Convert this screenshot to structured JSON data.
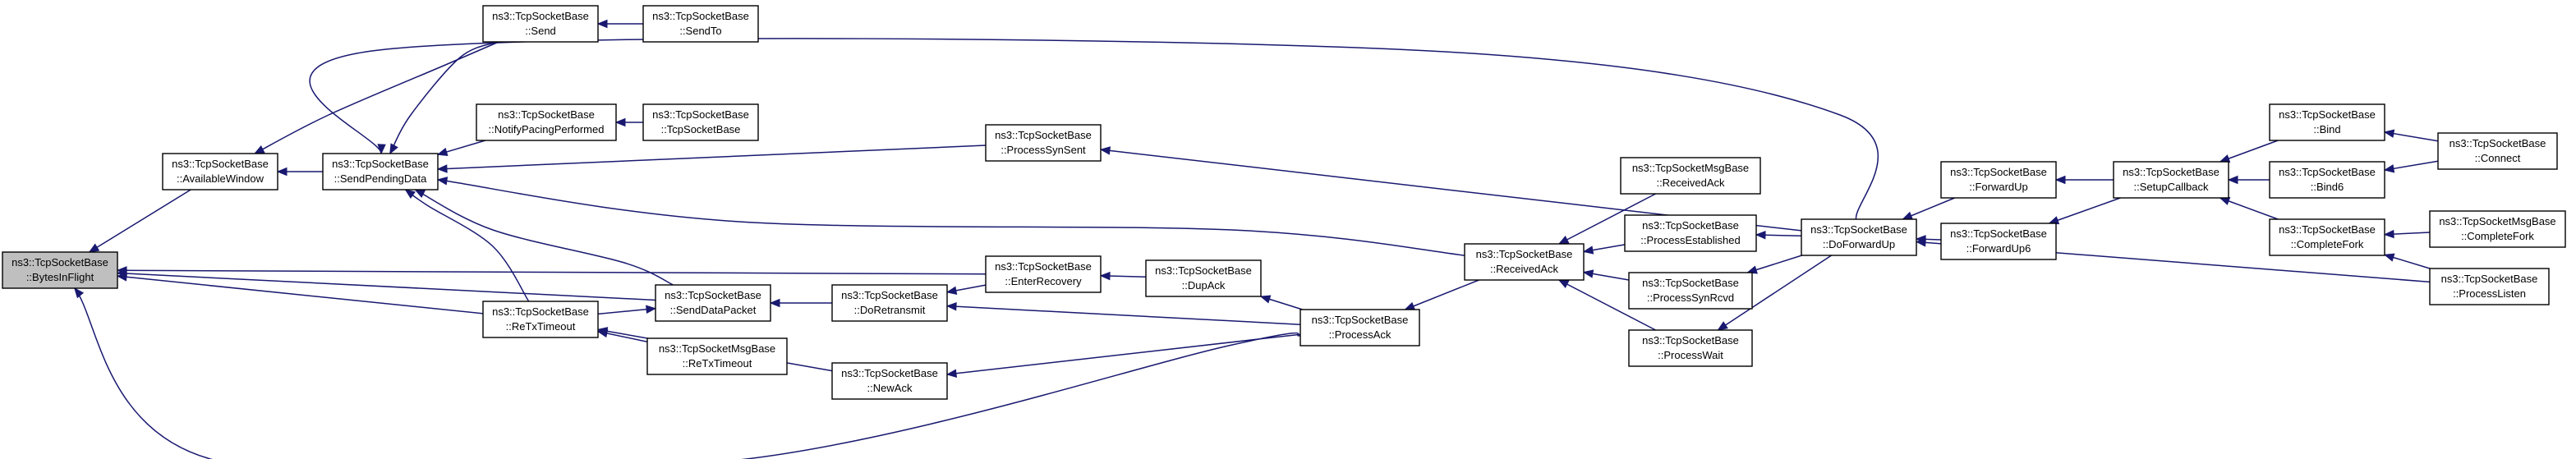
{
  "diagram": {
    "kind": "caller-graph",
    "colors": {
      "edge": "#191970",
      "root_fill": "#bfbfbf",
      "node_fill": "#ffffff",
      "node_border": "#000000"
    },
    "nodes": [
      {
        "id": "bytesinflight",
        "line1": "ns3::TcpSocketBase",
        "line2": "::BytesInFlight",
        "root": true
      },
      {
        "id": "availablewindow",
        "line1": "ns3::TcpSocketBase",
        "line2": "::AvailableWindow"
      },
      {
        "id": "sendpendingdata",
        "line1": "ns3::TcpSocketBase",
        "line2": "::SendPendingData"
      },
      {
        "id": "send",
        "line1": "ns3::TcpSocketBase",
        "line2": "::Send"
      },
      {
        "id": "sendto",
        "line1": "ns3::TcpSocketBase",
        "line2": "::SendTo"
      },
      {
        "id": "notifypacing",
        "line1": "ns3::TcpSocketBase",
        "line2": "::NotifyPacingPerformed"
      },
      {
        "id": "tcpsocketbase",
        "line1": "ns3::TcpSocketBase",
        "line2": "::TcpSocketBase"
      },
      {
        "id": "processsynsent",
        "line1": "ns3::TcpSocketBase",
        "line2": "::ProcessSynSent"
      },
      {
        "id": "senddatapacket",
        "line1": "ns3::TcpSocketBase",
        "line2": "::SendDataPacket"
      },
      {
        "id": "retxtimeout",
        "line1": "ns3::TcpSocketBase",
        "line2": "::ReTxTimeout"
      },
      {
        "id": "msgretxtimeout",
        "line1": "ns3::TcpSocketMsgBase",
        "line2": "::ReTxTimeout"
      },
      {
        "id": "doretransmit",
        "line1": "ns3::TcpSocketBase",
        "line2": "::DoRetransmit"
      },
      {
        "id": "newack",
        "line1": "ns3::TcpSocketBase",
        "line2": "::NewAck"
      },
      {
        "id": "enterrecovery",
        "line1": "ns3::TcpSocketBase",
        "line2": "::EnterRecovery"
      },
      {
        "id": "dupack",
        "line1": "ns3::TcpSocketBase",
        "line2": "::DupAck"
      },
      {
        "id": "processack",
        "line1": "ns3::TcpSocketBase",
        "line2": "::ProcessAck"
      },
      {
        "id": "receivedack",
        "line1": "ns3::TcpSocketBase",
        "line2": "::ReceivedAck"
      },
      {
        "id": "msgreceivedack",
        "line1": "ns3::TcpSocketMsgBase",
        "line2": "::ReceivedAck"
      },
      {
        "id": "processestablished",
        "line1": "ns3::TcpSocketBase",
        "line2": "::ProcessEstablished"
      },
      {
        "id": "processsynrcvd",
        "line1": "ns3::TcpSocketBase",
        "line2": "::ProcessSynRcvd"
      },
      {
        "id": "processwait",
        "line1": "ns3::TcpSocketBase",
        "line2": "::ProcessWait"
      },
      {
        "id": "doforwardup",
        "line1": "ns3::TcpSocketBase",
        "line2": "::DoForwardUp"
      },
      {
        "id": "forwardup",
        "line1": "ns3::TcpSocketBase",
        "line2": "::ForwardUp"
      },
      {
        "id": "forwardup6",
        "line1": "ns3::TcpSocketBase",
        "line2": "::ForwardUp6"
      },
      {
        "id": "setupcallback",
        "line1": "ns3::TcpSocketBase",
        "line2": "::SetupCallback"
      },
      {
        "id": "bind",
        "line1": "ns3::TcpSocketBase",
        "line2": "::Bind"
      },
      {
        "id": "bind6",
        "line1": "ns3::TcpSocketBase",
        "line2": "::Bind6"
      },
      {
        "id": "completefork",
        "line1": "ns3::TcpSocketBase",
        "line2": "::CompleteFork"
      },
      {
        "id": "connect",
        "line1": "ns3::TcpSocketBase",
        "line2": "::Connect"
      },
      {
        "id": "msgcompletefork",
        "line1": "ns3::TcpSocketMsgBase",
        "line2": "::CompleteFork"
      },
      {
        "id": "processlisten",
        "line1": "ns3::TcpSocketBase",
        "line2": "::ProcessListen"
      }
    ],
    "edges": [
      {
        "from": "availablewindow",
        "to": "bytesinflight"
      },
      {
        "from": "senddatapacket",
        "to": "bytesinflight"
      },
      {
        "from": "retxtimeout",
        "to": "bytesinflight"
      },
      {
        "from": "enterrecovery",
        "to": "bytesinflight"
      },
      {
        "from": "processack",
        "to": "bytesinflight"
      },
      {
        "from": "sendpendingdata",
        "to": "availablewindow"
      },
      {
        "from": "send",
        "to": "availablewindow"
      },
      {
        "from": "send",
        "to": "sendpendingdata"
      },
      {
        "from": "sendto",
        "to": "send"
      },
      {
        "from": "notifypacing",
        "to": "sendpendingdata"
      },
      {
        "from": "tcpsocketbase",
        "to": "notifypacing"
      },
      {
        "from": "processsynsent",
        "to": "sendpendingdata"
      },
      {
        "from": "doforwardup",
        "to": "sendpendingdata"
      },
      {
        "from": "receivedack",
        "to": "sendpendingdata"
      },
      {
        "from": "retxtimeout",
        "to": "sendpendingdata"
      },
      {
        "from": "senddatapacket",
        "to": "sendpendingdata"
      },
      {
        "from": "doforwardup",
        "to": "processsynsent"
      },
      {
        "from": "doretransmit",
        "to": "senddatapacket"
      },
      {
        "from": "retxtimeout",
        "to": "senddatapacket"
      },
      {
        "from": "msgretxtimeout",
        "to": "retxtimeout"
      },
      {
        "from": "newack",
        "to": "retxtimeout"
      },
      {
        "from": "enterrecovery",
        "to": "doretransmit"
      },
      {
        "from": "processack",
        "to": "doretransmit"
      },
      {
        "from": "processack",
        "to": "newack"
      },
      {
        "from": "dupack",
        "to": "enterrecovery"
      },
      {
        "from": "processack",
        "to": "dupack"
      },
      {
        "from": "receivedack",
        "to": "processack"
      },
      {
        "from": "msgreceivedack",
        "to": "receivedack"
      },
      {
        "from": "processestablished",
        "to": "receivedack"
      },
      {
        "from": "processsynrcvd",
        "to": "receivedack"
      },
      {
        "from": "processwait",
        "to": "receivedack"
      },
      {
        "from": "doforwardup",
        "to": "processestablished"
      },
      {
        "from": "doforwardup",
        "to": "processsynrcvd"
      },
      {
        "from": "doforwardup",
        "to": "processwait"
      },
      {
        "from": "forwardup",
        "to": "doforwardup"
      },
      {
        "from": "forwardup6",
        "to": "doforwardup"
      },
      {
        "from": "processlisten",
        "to": "doforwardup"
      },
      {
        "from": "setupcallback",
        "to": "forwardup"
      },
      {
        "from": "setupcallback",
        "to": "forwardup6"
      },
      {
        "from": "bind",
        "to": "setupcallback"
      },
      {
        "from": "bind6",
        "to": "setupcallback"
      },
      {
        "from": "completefork",
        "to": "setupcallback"
      },
      {
        "from": "connect",
        "to": "bind"
      },
      {
        "from": "connect",
        "to": "bind6"
      },
      {
        "from": "msgcompletefork",
        "to": "completefork"
      },
      {
        "from": "processlisten",
        "to": "completefork"
      }
    ]
  }
}
